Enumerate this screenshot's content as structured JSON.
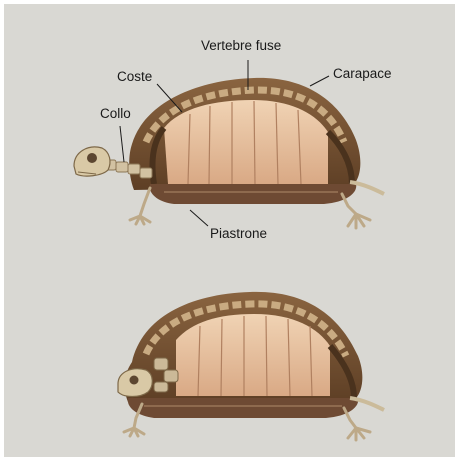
{
  "figure": {
    "labels": {
      "vertebre_fuse": "Vertebre fuse",
      "coste": "Coste",
      "carapace": "Carapace",
      "collo": "Collo",
      "piastrone": "Piastrone"
    },
    "colors": {
      "background": "#d9d8d3",
      "shell_dark": "#6b4a2c",
      "shell_mid": "#9b7650",
      "rib_panel": "#e6c3a0",
      "bone": "#d2c2a2",
      "plastron": "#6e4a33"
    },
    "illustrations": [
      "turtle-skeleton-neck-extended",
      "turtle-skeleton-neck-retracted"
    ]
  }
}
